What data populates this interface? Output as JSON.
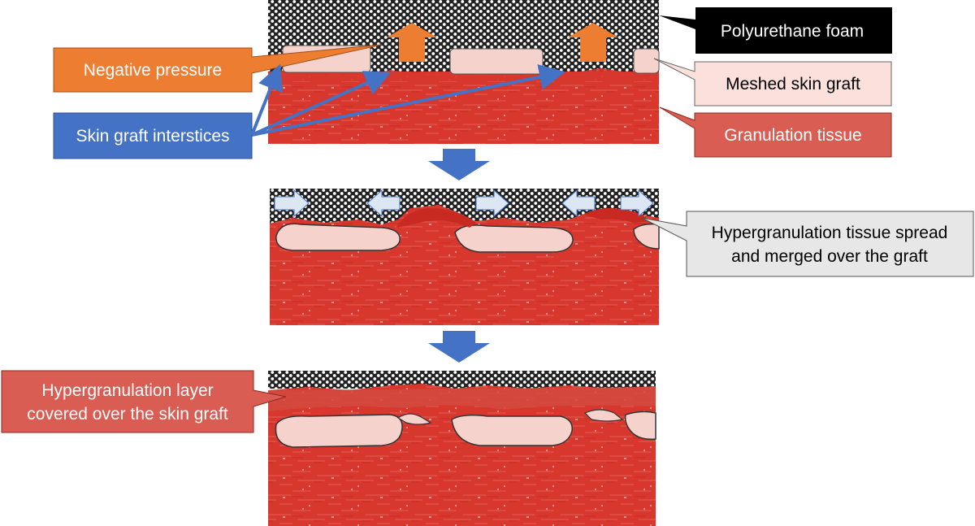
{
  "labels": {
    "foam": "Polyurethane foam",
    "negative_pressure": "Negative pressure",
    "meshed_graft": "Meshed skin graft",
    "interstices": "Skin graft interstices",
    "granulation": "Granulation tissue",
    "hyper_spread_line1": "Hypergranulation tissue spread",
    "hyper_spread_line2": "and merged over the graft",
    "hyper_layer_line1": "Hypergranulation layer",
    "hyper_layer_line2": "covered over the skin graft"
  },
  "colors": {
    "foam_dark": "#1a1a1a",
    "foam_hole": "#ffffff",
    "graft_pink": "#f6d2cc",
    "tissue_red": "#d8362c",
    "orange": "#ed7d31",
    "blue": "#4472c4",
    "light_arrow": "#dde7f4",
    "callout_black": "#000000",
    "callout_pink": "#fbe0dc",
    "callout_red": "#d95d52",
    "callout_gray": "#e7e7e7"
  }
}
